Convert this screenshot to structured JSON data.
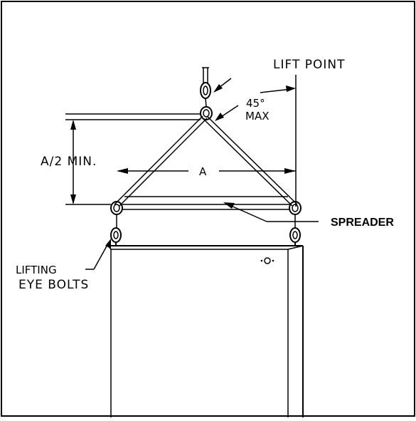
{
  "labels": {
    "lift_point": "LIFT POINT",
    "angle": "45°",
    "max": "MAX",
    "min_height": "A/2 MIN.",
    "width": "A",
    "spreader": "SPREADER",
    "lifting": "LIFTING",
    "eye_bolts": "EYE BOLTS"
  }
}
